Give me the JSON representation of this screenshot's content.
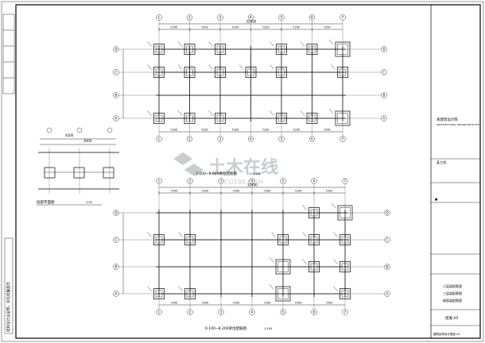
{
  "drawing": {
    "top_plan": {
      "title": "3.600~5.600梁位配筋图",
      "scale": "1:100",
      "col_labels": [
        "1",
        "2",
        "3",
        "4",
        "5",
        "6",
        "7"
      ],
      "row_labels": [
        "D",
        "C",
        "B",
        "A"
      ],
      "dims_top": [
        "7200",
        "7200",
        "7200",
        "7200",
        "7200",
        "7200"
      ],
      "overall": "32400"
    },
    "bottom_plan": {
      "title": "0.100~8.200梁位配筋图",
      "scale": "1:100",
      "col_labels": [
        "1",
        "2",
        "3",
        "4",
        "5",
        "6",
        "7"
      ],
      "row_labels": [
        "D",
        "C",
        "B",
        "A"
      ],
      "dims_top": [
        "7200",
        "7200",
        "7200",
        "7200",
        "7200",
        "7200"
      ],
      "overall": "32400"
    },
    "detail": {
      "title": "局部平面图",
      "scale": "1:50",
      "dims": [
        "4200",
        "3000"
      ]
    },
    "side_note": "结构设计总说明，详见结施首页",
    "title_block": {
      "company": "某建筑设计院",
      "company_en": "ARCHITECTURAL DESIGN INSTITUTE",
      "project": "某工程",
      "sheet_names": [
        "二层梁配筋图",
        "三层梁配筋图",
        "屋面梁配筋图"
      ],
      "sheet_no": "结施-05",
      "footer": "建筑结构设计图纸 A1"
    },
    "watermark": {
      "cn": "土木在线",
      "en": "CO188.COM"
    }
  }
}
